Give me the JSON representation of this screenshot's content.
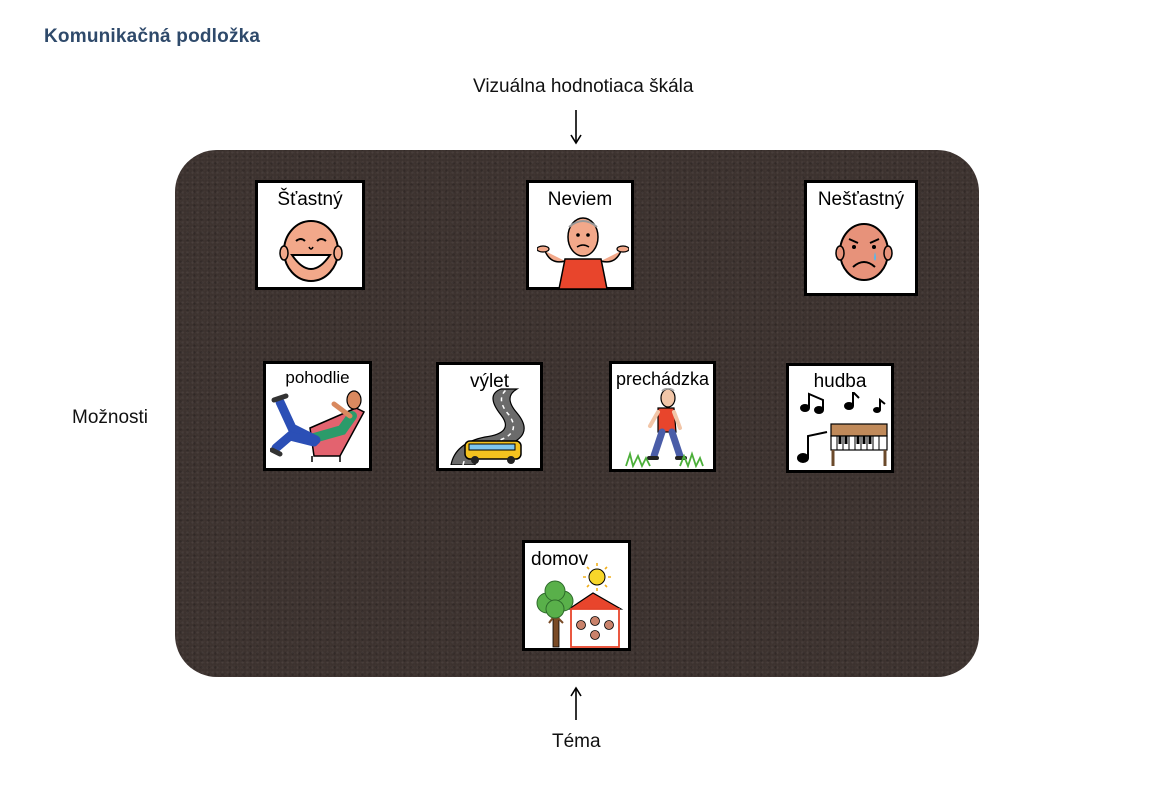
{
  "page_title": "Komunikačná podložka",
  "labels": {
    "scale": "Vizuálna hodnotiaca škála",
    "options": "Možnosti",
    "topic": "Téma"
  },
  "scale_cards": [
    {
      "label": "Šťastný",
      "icon": "happy-face-icon"
    },
    {
      "label": "Neviem",
      "icon": "shrugging-man-icon"
    },
    {
      "label": "Nešťastný",
      "icon": "sad-face-icon"
    }
  ],
  "option_cards": [
    {
      "label": "pohodlie",
      "icon": "person-relaxing-in-armchair-icon"
    },
    {
      "label": "výlet",
      "icon": "bus-on-road-icon"
    },
    {
      "label": "prechádzka",
      "icon": "man-walking-icon"
    },
    {
      "label": "hudba",
      "icon": "music-notes-piano-icon"
    }
  ],
  "topic_card": {
    "label": "domov",
    "icon": "house-tree-sun-icon"
  }
}
